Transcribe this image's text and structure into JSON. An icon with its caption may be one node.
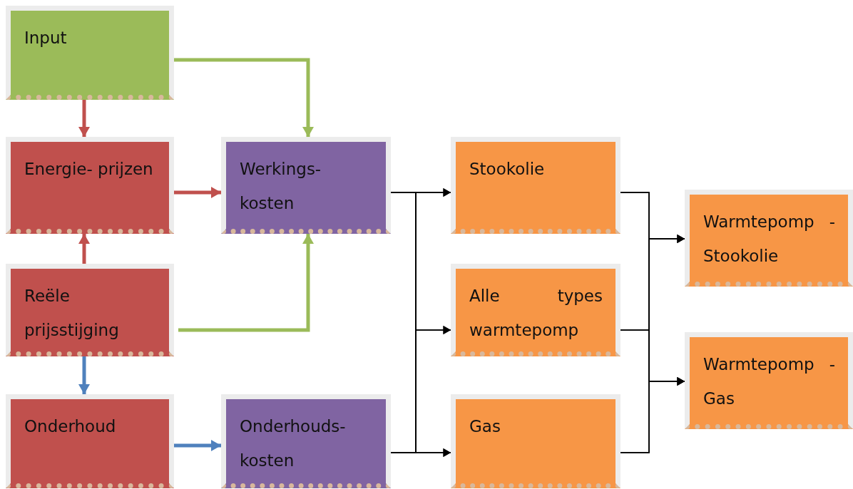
{
  "diagram": {
    "nodes": [
      {
        "text": [
          "Input"
        ]
      },
      {
        "text": [
          "Energie- prijzen"
        ]
      },
      {
        "text": [
          "Werkings- kosten"
        ]
      },
      {
        "text": [
          "Stookolie"
        ]
      },
      {
        "text": [
          "Warmtepomp - Stookolie"
        ]
      },
      {
        "text": [
          "Reële prijsstijging"
        ]
      },
      {
        "text": [
          "Alle types warmtepomp"
        ]
      },
      {
        "text": [
          "Warmtepomp - Gas"
        ]
      },
      {
        "text": [
          "Onderhoud"
        ]
      },
      {
        "text": [
          "Onderhouds- kosten"
        ]
      },
      {
        "text": [
          "Gas"
        ]
      }
    ],
    "edges": [
      {
        "from": 0,
        "to": 1,
        "arrow": "to",
        "style": "thick",
        "color": "#c0504d"
      },
      {
        "from": 0,
        "to": 2,
        "arrow": "to",
        "style": "thick",
        "color": "#9bbb59"
      },
      {
        "from": 1,
        "to": 2,
        "arrow": "to",
        "style": "thick",
        "color": "#c0504d"
      },
      {
        "from": 5,
        "to": 1,
        "arrow": "to",
        "style": "thick",
        "color": "#c0504d"
      },
      {
        "from": 5,
        "to": 2,
        "arrow": "to",
        "style": "thick",
        "color": "#9bbb59"
      },
      {
        "from": 5,
        "to": 8,
        "arrow": "to",
        "style": "thick",
        "color": "#4f81bd"
      },
      {
        "from": 8,
        "to": 9,
        "arrow": "to",
        "style": "thick",
        "color": "#4f81bd"
      },
      {
        "from": 2,
        "to": 3,
        "arrow": "to"
      },
      {
        "from": 2,
        "to": 6,
        "arrow": "to"
      },
      {
        "from": 2,
        "to": 10,
        "arrow": "to"
      },
      {
        "from": 9,
        "to": 3,
        "arrow": "to"
      },
      {
        "from": 9,
        "to": 6,
        "arrow": "to"
      },
      {
        "from": 9,
        "to": 10,
        "arrow": "to"
      },
      {
        "from": 3,
        "to": 4,
        "arrow": "to"
      },
      {
        "from": 3,
        "to": 7,
        "arrow": "to"
      },
      {
        "from": 6,
        "to": 4,
        "arrow": "to"
      },
      {
        "from": 6,
        "to": 7,
        "arrow": "to"
      },
      {
        "from": 10,
        "to": 4,
        "arrow": "to"
      },
      {
        "from": 10,
        "to": 7,
        "arrow": "to"
      }
    ]
  }
}
